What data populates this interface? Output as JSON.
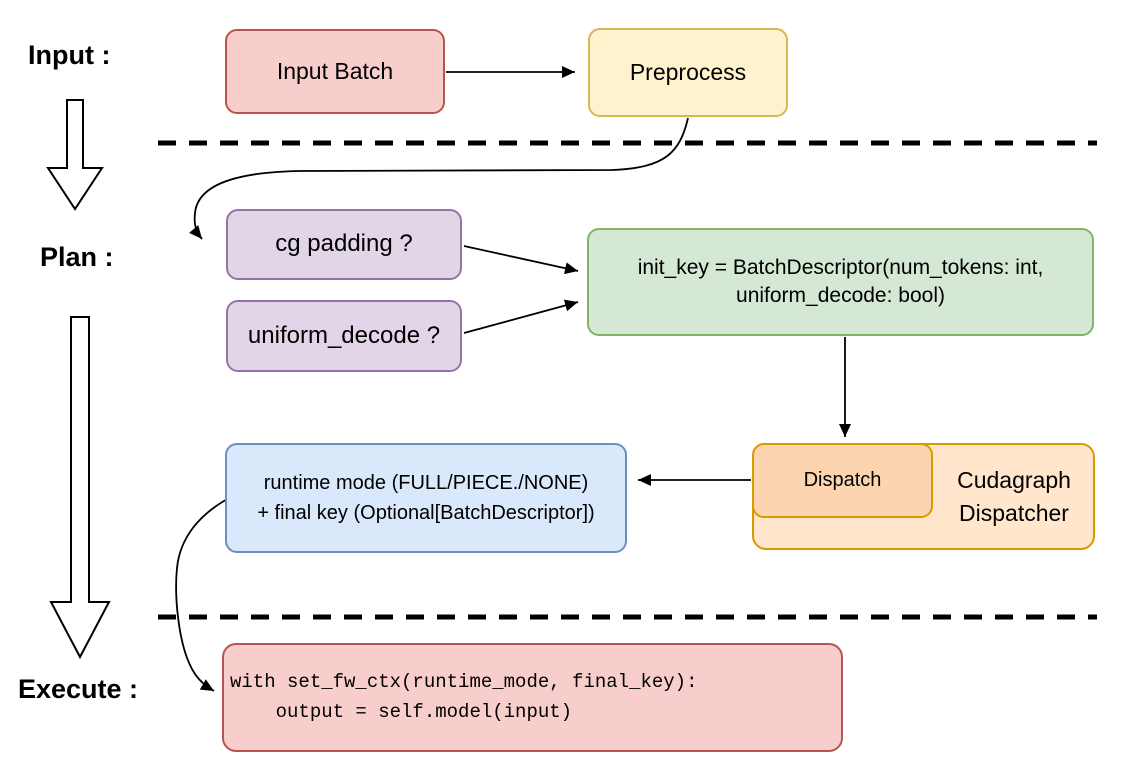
{
  "sections": {
    "input_label": "Input :",
    "plan_label": "Plan :",
    "execute_label": "Execute :"
  },
  "nodes": {
    "input_batch": {
      "label": "Input Batch"
    },
    "preprocess": {
      "label": "Preprocess"
    },
    "cg_padding": {
      "label": "cg padding ?"
    },
    "uniform_decode": {
      "label": "uniform_decode ?"
    },
    "init_key": {
      "line1": "init_key = BatchDescriptor(num_tokens: int,",
      "line2": "uniform_decode: bool)"
    },
    "dispatch": {
      "label": "Dispatch"
    },
    "cudagraph_dispatcher": {
      "line1": "Cudagraph",
      "line2": "Dispatcher"
    },
    "runtime_mode": {
      "line1": "runtime mode (FULL/PIECE./NONE)",
      "line2": "+ final key (Optional[BatchDescriptor])"
    },
    "execute_code": {
      "line1": "with set_fw_ctx(runtime_mode, final_key):",
      "line2": "    output = self.model(input)"
    }
  },
  "colors": {
    "red_fill": "#f8cecc",
    "red_stroke": "#b85450",
    "yellow_fill": "#fff2cc",
    "yellow_stroke": "#d6b656",
    "purple_fill": "#e1d5e7",
    "purple_stroke": "#9673a6",
    "green_fill": "#d5e8d4",
    "green_stroke": "#82b366",
    "orange_outer_fill": "#ffe6cc",
    "orange_inner_fill": "#fcd5b0",
    "orange_stroke": "#d79b00",
    "blue_fill": "#dae8fc",
    "blue_stroke": "#6c8ebf",
    "connector": "#000000"
  }
}
